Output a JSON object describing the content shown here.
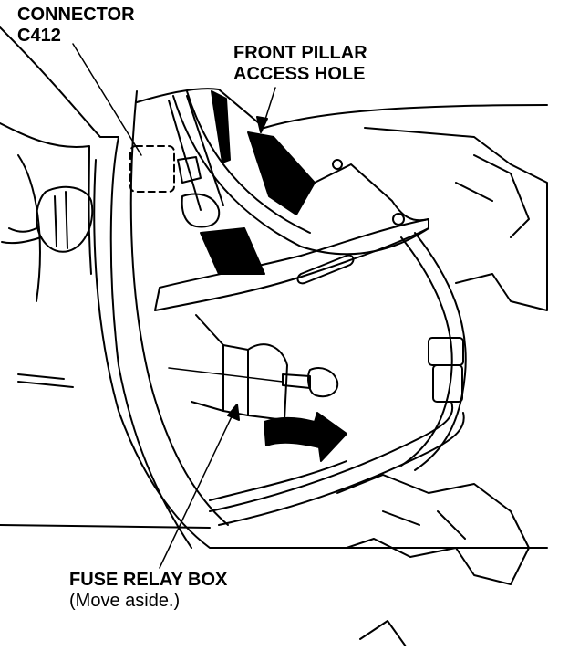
{
  "labels": {
    "connector": {
      "line1": "CONNECTOR",
      "line2": "C412"
    },
    "front_pillar": {
      "line1": "FRONT PILLAR",
      "line2": "ACCESS HOLE"
    },
    "fuse_relay_box": {
      "line1": "FUSE RELAY BOX",
      "line2": "(Move aside.)"
    }
  },
  "colors": {
    "ink": "#000000",
    "paper": "#ffffff"
  }
}
